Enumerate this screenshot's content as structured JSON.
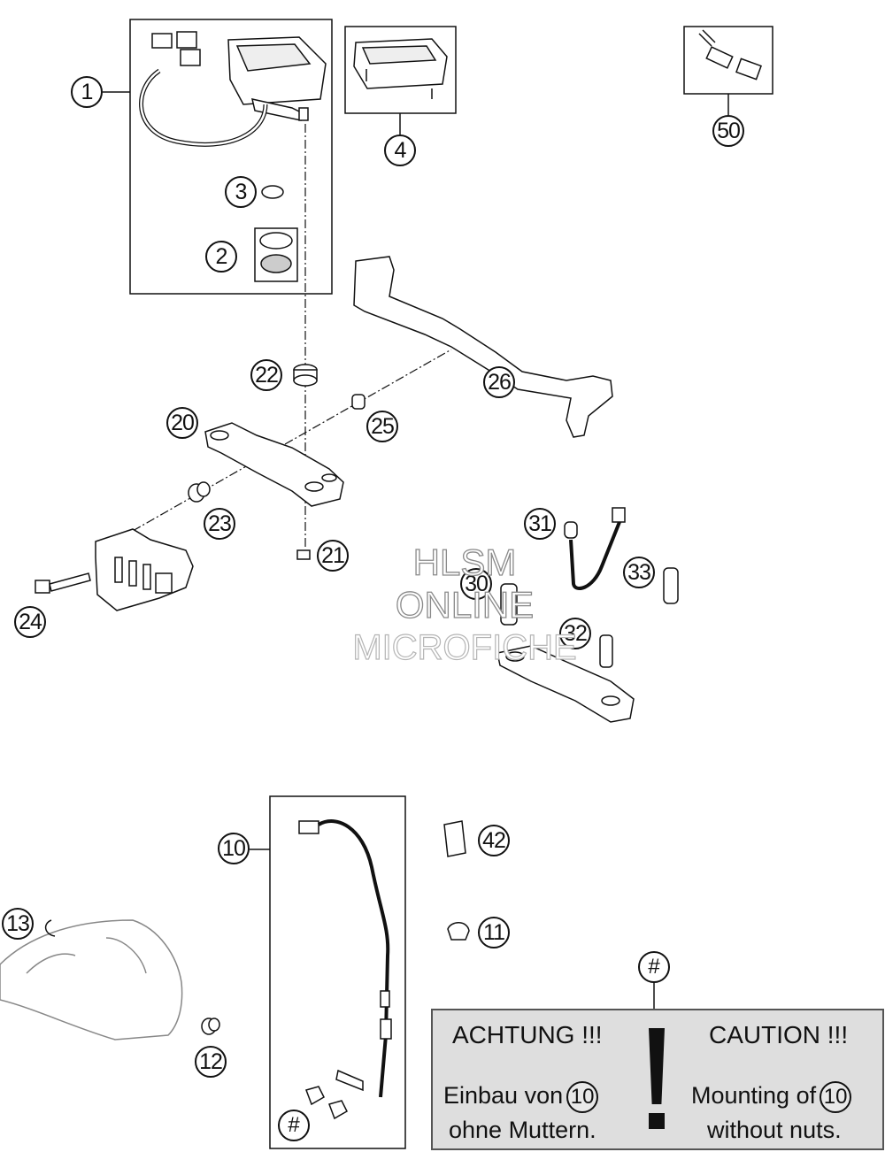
{
  "callouts": {
    "c1": "1",
    "c2": "2",
    "c3": "3",
    "c4": "4",
    "c50": "50",
    "c22": "22",
    "c26": "26",
    "c20": "20",
    "c25": "25",
    "c23": "23",
    "c21": "21",
    "c24": "24",
    "c31": "31",
    "c33": "33",
    "c30": "30",
    "c32": "32",
    "c10": "10",
    "c42": "42",
    "c13": "13",
    "c11": "11",
    "c12": "12"
  },
  "hash_symbol": "#",
  "watermark": {
    "line1": "HLSM",
    "line2": "ONLINE",
    "line3": "MICROFICHE"
  },
  "note": {
    "de_head": "ACHTUNG !!!",
    "de_line1": "Einbau von",
    "de_line2": "ohne Muttern.",
    "en_head": "CAUTION !!!",
    "en_line1": "Mounting of",
    "en_line2": "without nuts.",
    "ref": "10"
  },
  "colors": {
    "note_bg": "#dedede",
    "line": "#111111",
    "part_fill": "#ffffff"
  }
}
